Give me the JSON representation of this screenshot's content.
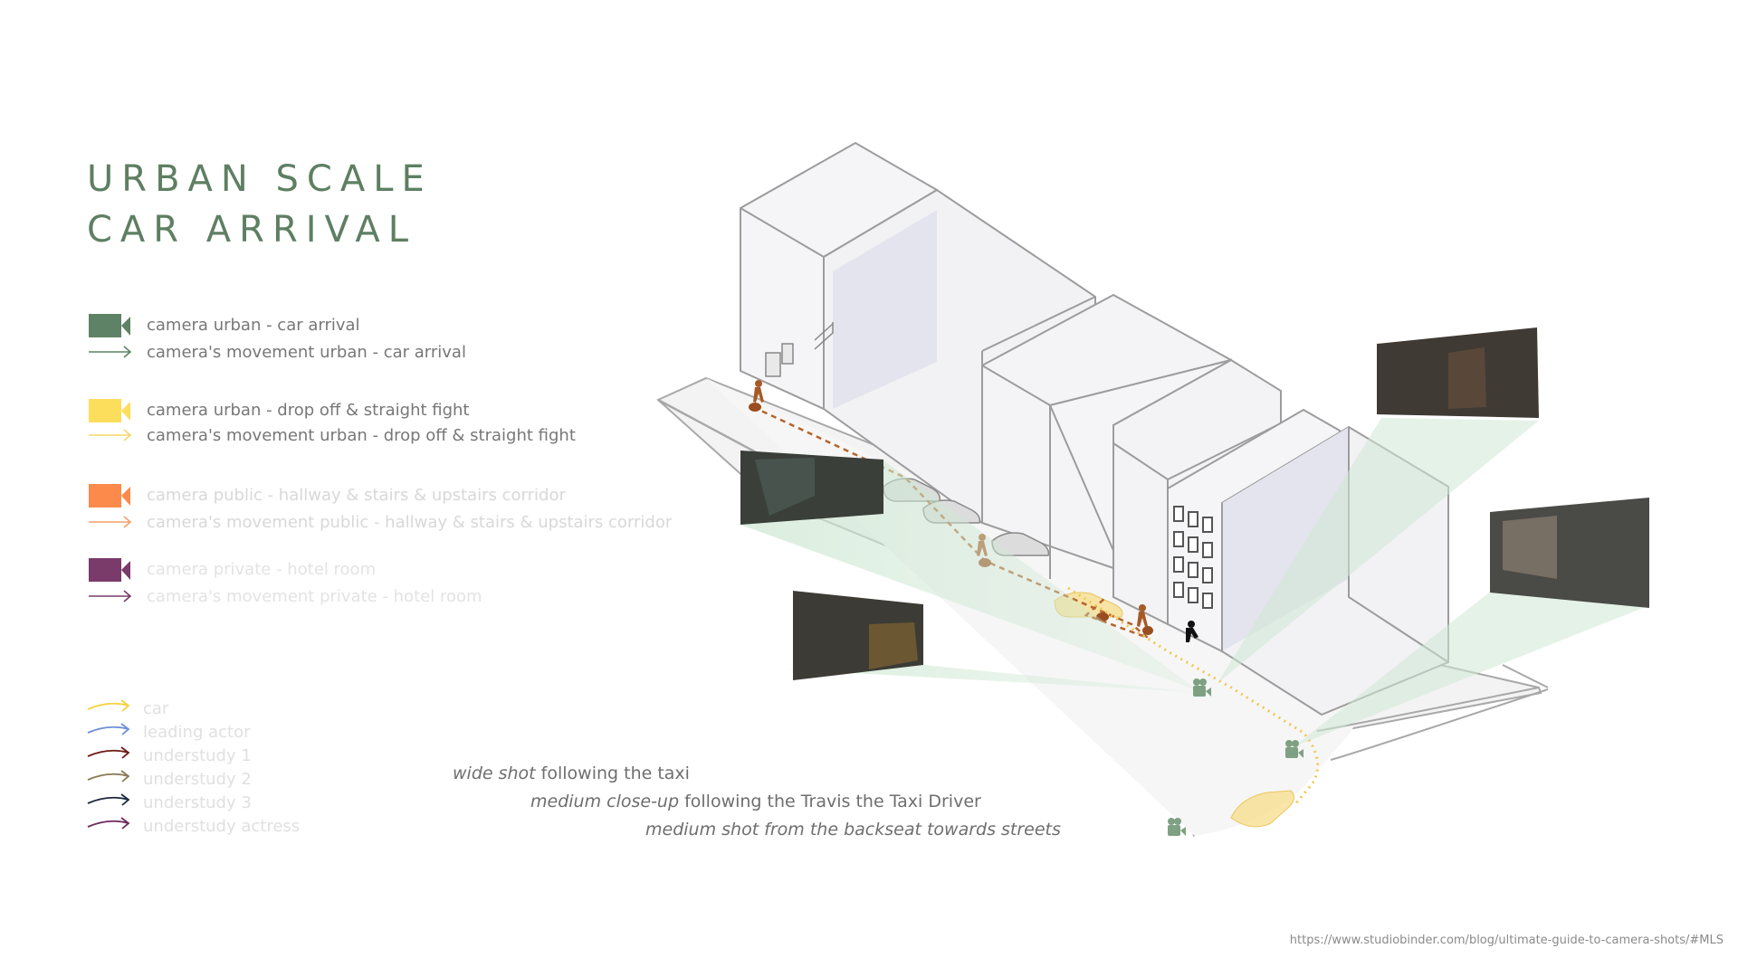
{
  "title": {
    "line1": "URBAN SCALE",
    "line2": "CAR ARRIVAL"
  },
  "legend": [
    {
      "label": "camera urban - car arrival",
      "kind": "camera",
      "color": "#5e8265"
    },
    {
      "label": "camera's movement urban - car arrival",
      "kind": "arrow",
      "color": "#5e8265"
    },
    {
      "label": "camera urban - drop off & straight fight",
      "kind": "camera",
      "color": "#fddd5c"
    },
    {
      "label": "camera's movement urban - drop off & straight fight",
      "kind": "arrow",
      "color": "#f5d86b"
    },
    {
      "label": "camera public - hallway & stairs & upstairs corridor",
      "kind": "camera",
      "color": "#fc8a4a"
    },
    {
      "label": "camera's movement public - hallway & stairs & upstairs corridor",
      "kind": "arrow",
      "color": "#f6a06a"
    },
    {
      "label": "camera private - hotel room",
      "kind": "camera",
      "color": "#7a3a6a"
    },
    {
      "label": "camera's movement private - hotel room",
      "kind": "arrow",
      "color": "#7a3a6a"
    }
  ],
  "actors": [
    {
      "label": "car",
      "color": "#f7d23c"
    },
    {
      "label": "leading actor",
      "color": "#6f8fd6"
    },
    {
      "label": "understudy 1",
      "color": "#6e1a14"
    },
    {
      "label": "understudy 2",
      "color": "#8a7a55"
    },
    {
      "label": "understudy 3",
      "color": "#1f2a44"
    },
    {
      "label": "understudy actress",
      "color": "#6e2a5c"
    }
  ],
  "captions": [
    {
      "em": "wide shot",
      "rest": " following the taxi"
    },
    {
      "em": "medium close-up",
      "rest": " following the Travis the Taxi Driver"
    },
    {
      "em": "medium shot from the backseat towards streets",
      "rest": ""
    }
  ],
  "source": "https://www.studiobinder.com/blog/ultimate-guide-to-camera-shots/#MLS",
  "colors": {
    "title": "#5e7f62",
    "cone": "#cfe8d4",
    "path": "#b5642c",
    "building_stroke": "#9a9a9a"
  }
}
